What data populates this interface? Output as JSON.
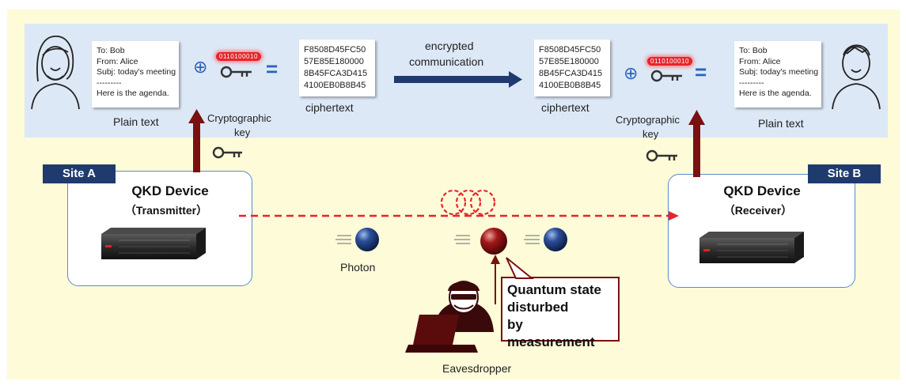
{
  "left_note": {
    "lines": [
      "To: Bob",
      "From: Alice",
      "Subj: today's meeting",
      "---------",
      "Here is the agenda."
    ]
  },
  "right_note": {
    "lines": [
      "To: Bob",
      "From: Alice",
      "Subj: today's meeting",
      "---------",
      "Here is the agenda."
    ]
  },
  "left_cipher": {
    "lines": [
      "F8508D45FC50",
      "57E85E180000",
      "8B45FCA3D415",
      "4100EB0B8B45"
    ]
  },
  "right_cipher": {
    "lines": [
      "F8508D45FC50",
      "57E85E180000",
      "8B45FCA3D415",
      "4100EB0B8B45"
    ]
  },
  "labels": {
    "plain_text_left": "Plain text",
    "plain_text_right": "Plain text",
    "ciphertext_left": "ciphertext",
    "ciphertext_right": "ciphertext",
    "encrypted_line1": "encrypted",
    "encrypted_line2": "communication",
    "crypto_key_left_1": "Cryptographic",
    "crypto_key_left_2": "key",
    "crypto_key_right_1": "Cryptographic",
    "crypto_key_right_2": "key",
    "key_bits_left": "0110100010",
    "key_bits_right": "0110100010",
    "equals": "=",
    "xor": "⊕"
  },
  "site_a": {
    "tag": "Site A",
    "device": "QKD Device",
    "role": "（Transmitter）"
  },
  "site_b": {
    "tag": "Site B",
    "device": "QKD Device",
    "role": "（Receiver）"
  },
  "photon_label": "Photon",
  "eavesdropper_label": "Eavesdropper",
  "callout": {
    "line1": "Quantum state",
    "line2": "disturbed",
    "line3": "by measurement"
  },
  "colors": {
    "band": "#dde8f6",
    "background": "#fdfbd8",
    "site_tag": "#1f3b6e",
    "key_arrow": "#7a1010",
    "quantum_link": "#e8242b",
    "comm_arrow": "#1f3b6e"
  },
  "icons": [
    "person-alice-icon",
    "person-bob-icon",
    "key-icon",
    "server-icon",
    "photon-icon",
    "eavesdropper-icon",
    "laptop-icon"
  ]
}
